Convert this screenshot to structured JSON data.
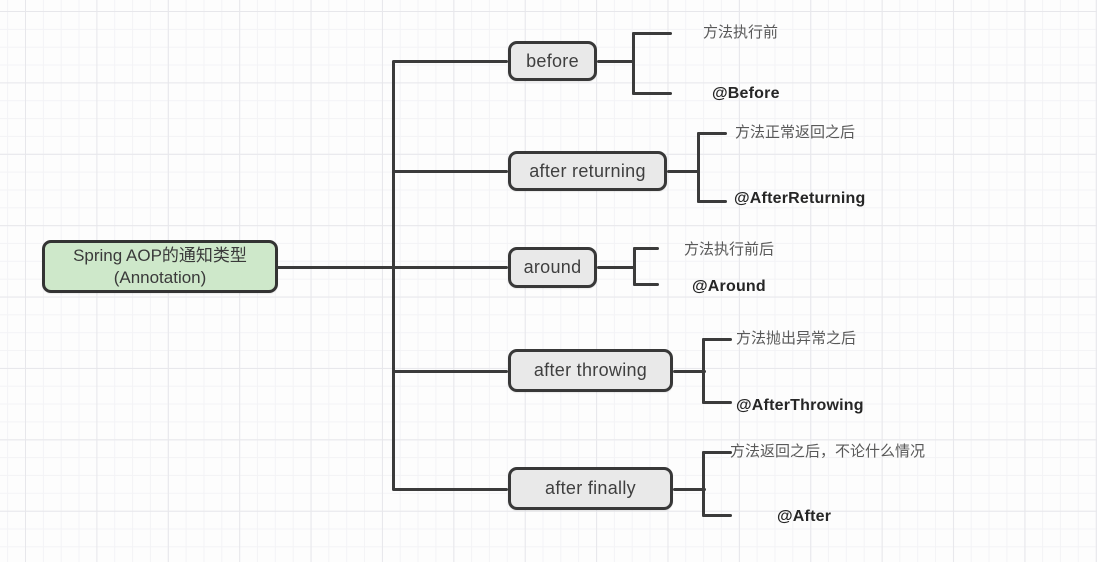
{
  "diagram": {
    "root": {
      "title": "Spring AOP的通知类型",
      "subtitle": "(Annotation)"
    },
    "branches": [
      {
        "label": "before",
        "desc": "方法执行前",
        "annotation": "@Before"
      },
      {
        "label": "after returning",
        "desc": "方法正常返回之后",
        "annotation": "@AfterReturning"
      },
      {
        "label": "around",
        "desc": "方法执行前后",
        "annotation": "@Around"
      },
      {
        "label": "after throwing",
        "desc": "方法抛出异常之后",
        "annotation": "@AfterThrowing"
      },
      {
        "label": "after finally",
        "desc": "方法返回之后，不论什么情况",
        "annotation": "@After"
      }
    ],
    "colors": {
      "root_fill": "#cee8ca",
      "node_fill": "#e9e9e9",
      "line": "#3b3b3b",
      "desc_text": "#595959",
      "annotation_text": "#262626"
    }
  }
}
